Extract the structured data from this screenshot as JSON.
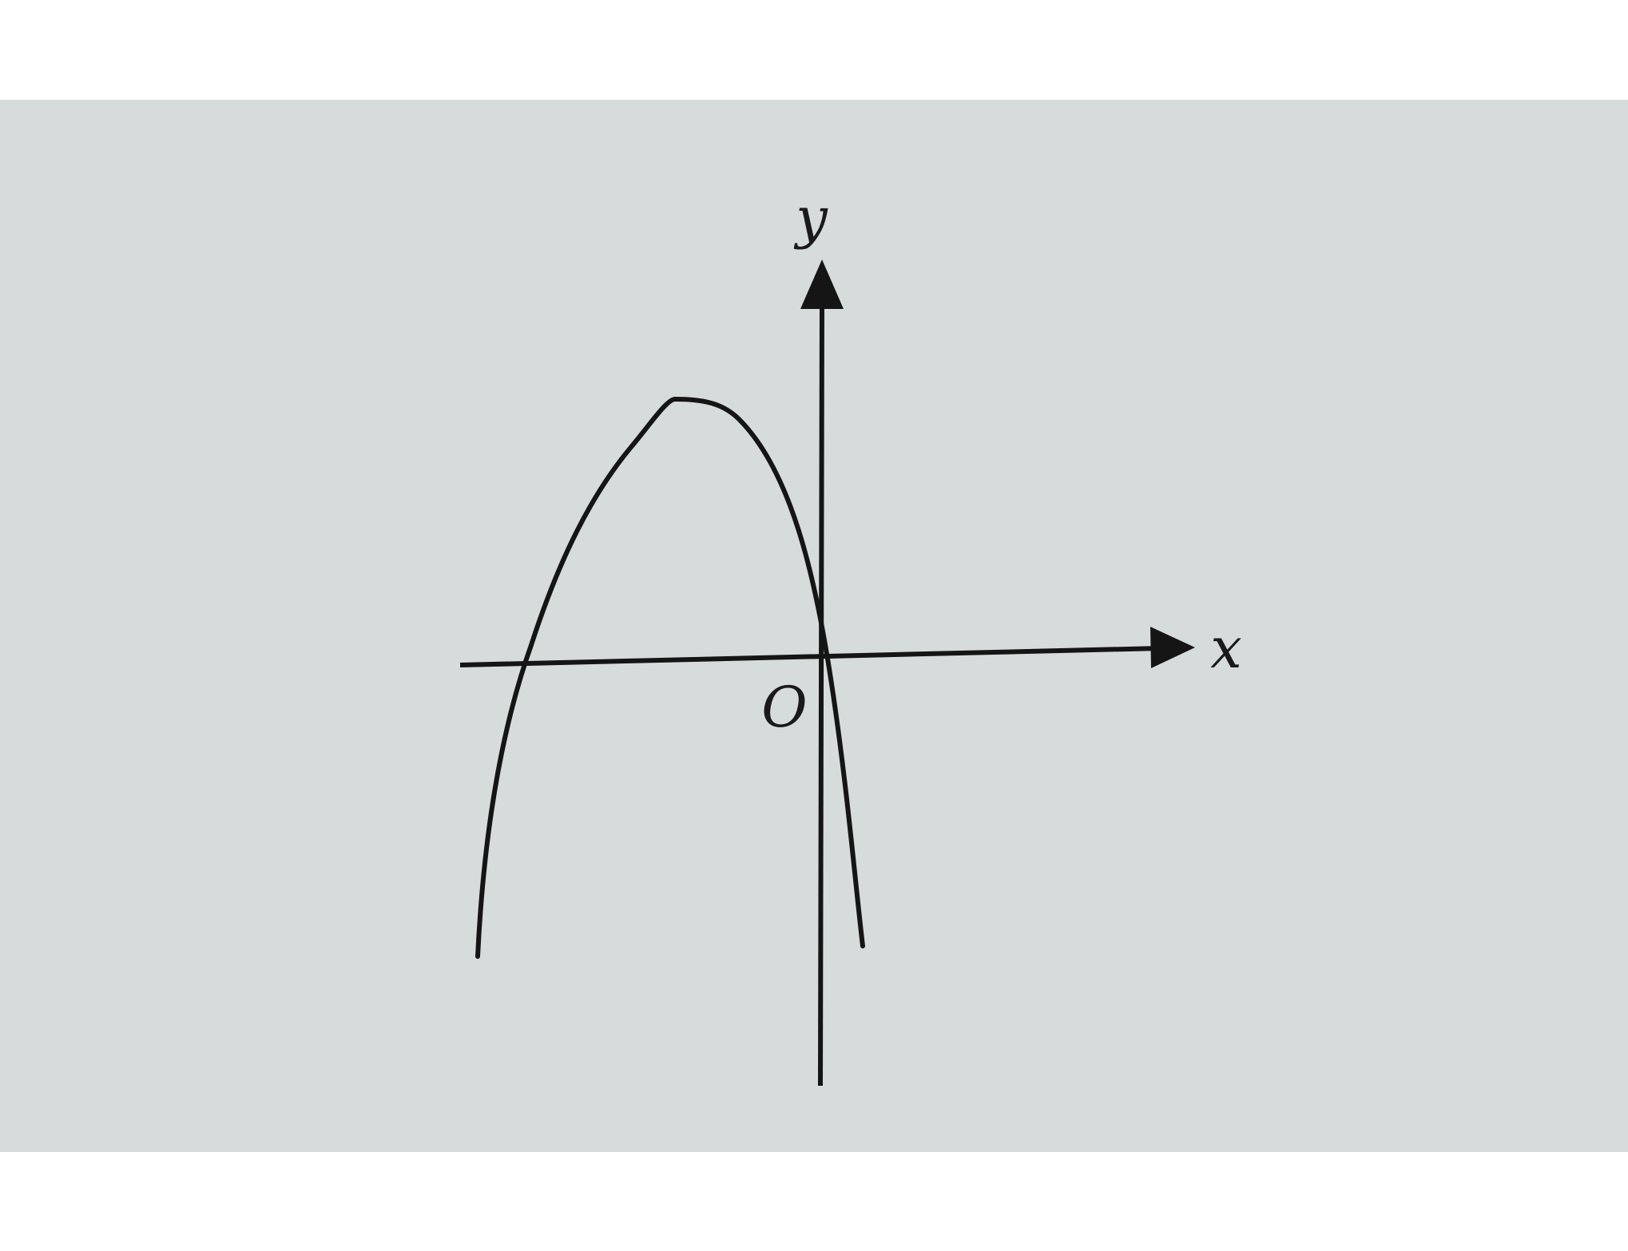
{
  "diagram": {
    "x_axis_label": "x",
    "y_axis_label": "y",
    "origin_label": "O",
    "curve": {
      "kind": "downward parabola",
      "passes_through_origin": true
    },
    "colors": {
      "photo_background": "#d6dcdb",
      "ink": "#151515",
      "page_margin": "#ffffff"
    }
  }
}
